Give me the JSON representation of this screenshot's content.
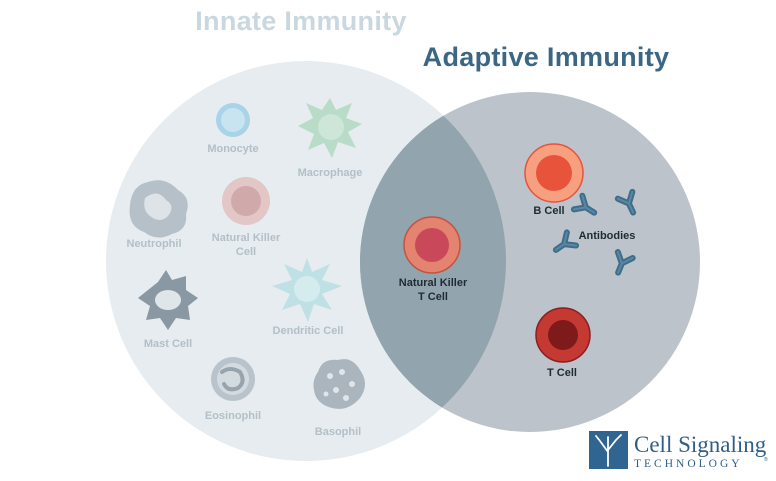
{
  "titles": {
    "innate": "Innate Immunity",
    "adaptive": "Adaptive Immunity"
  },
  "innate_cells": {
    "monocyte": "Monocyte",
    "macrophage": "Macrophage",
    "neutrophil": "Neutrophil",
    "natural_killer_line1": "Natural Killer",
    "natural_killer_line2": "Cell",
    "mast_cell": "Mast Cell",
    "dendritic_cell": "Dendritic Cell",
    "eosinophil": "Eosinophil",
    "basophil": "Basophil"
  },
  "overlap_cells": {
    "nkt_line1": "Natural Killer",
    "nkt_line2": "T Cell"
  },
  "adaptive_cells": {
    "b_cell": "B Cell",
    "antibodies": "Antibodies",
    "t_cell": "T Cell"
  },
  "logo": {
    "name": "Cell Signaling",
    "sub": "TECHNOLOGY",
    "registered": "®"
  },
  "colors": {
    "innate_circle": "#e6ecef",
    "adaptive_circle": "#bcc3ca",
    "overlap": "#92a4ae",
    "adaptive_title": "#3b6784",
    "antibody": "#3f6d8a",
    "b_cell": "#e8533b",
    "t_cell": "#8b1f1f"
  }
}
